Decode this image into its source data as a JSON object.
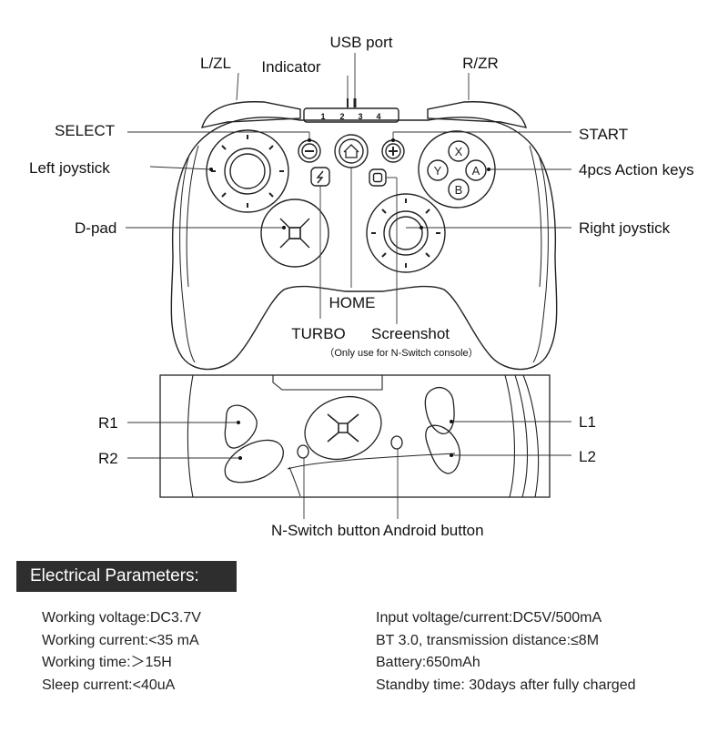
{
  "labels": {
    "usb_port": "USB port",
    "indicator": "Indicator",
    "lzl": "L/ZL",
    "rzr": "R/ZR",
    "select": "SELECT",
    "start": "START",
    "left_joystick": "Left joystick",
    "action_keys": "4pcs Action keys",
    "dpad": "D-pad",
    "right_joystick": "Right joystick",
    "home": "HOME",
    "turbo": "TURBO",
    "screenshot": "Screenshot",
    "screenshot_note": "（Only use for N-Switch console）",
    "r1": "R1",
    "r2": "R2",
    "l1": "L1",
    "l2": "L2",
    "nswitch_button": "N-Switch button",
    "android_button": "Android button"
  },
  "indicator_leds": [
    "1",
    "2",
    "3",
    "4"
  ],
  "action_key_letters": {
    "x": "X",
    "y": "Y",
    "a": "A",
    "b": "B"
  },
  "parameters": {
    "heading": "Electrical Parameters:",
    "left": [
      "Working voltage:DC3.7V",
      "Working current:<35 mA",
      "Working time:＞15H",
      "Sleep current:<40uA"
    ],
    "right": [
      "Input voltage/current:DC5V/500mA",
      "BT 3.0, transmission distance:≤8M",
      "Battery:650mAh",
      "Standby time: 30days after fully charged"
    ]
  }
}
